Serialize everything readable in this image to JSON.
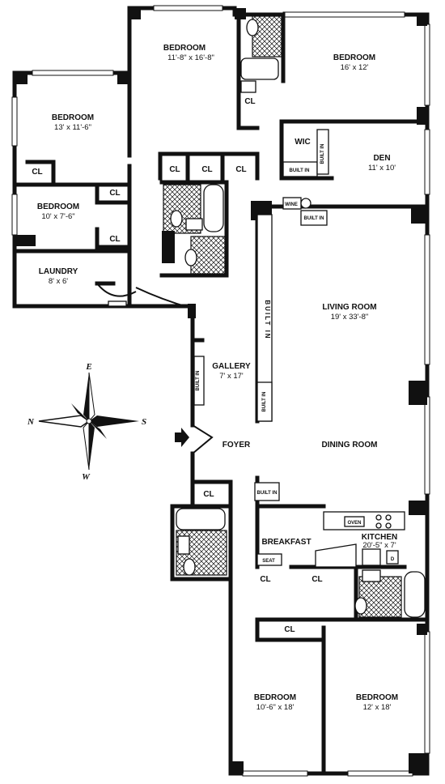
{
  "rooms": {
    "bedroom_top": {
      "name": "BEDROOM",
      "dim": "11'-8\" x 16'-8\""
    },
    "bedroom_top_right": {
      "name": "BEDROOM",
      "dim": "16' x 12'"
    },
    "bedroom_left_upper": {
      "name": "BEDROOM",
      "dim": "13' x 11'-6\""
    },
    "bedroom_left_small": {
      "name": "BEDROOM",
      "dim": "10' x 7'-6\""
    },
    "laundry": {
      "name": "LAUNDRY",
      "dim": "8' x 6'"
    },
    "den": {
      "name": "DEN",
      "dim": "11' x 10'"
    },
    "wic": {
      "name": "WIC"
    },
    "living": {
      "name": "LIVING ROOM",
      "dim": "19' x 33'-8\""
    },
    "gallery": {
      "name": "GALLERY",
      "dim": "7' x 17'"
    },
    "foyer": {
      "name": "FOYER"
    },
    "dining": {
      "name": "DINING ROOM"
    },
    "breakfast": {
      "name": "BREAKFAST"
    },
    "kitchen": {
      "name": "KITCHEN",
      "dim": "20'-5\" x 7'"
    },
    "bedroom_bottom_left": {
      "name": "BEDROOM",
      "dim": "10'-6\" x 18'"
    },
    "bedroom_bottom_right": {
      "name": "BEDROOM",
      "dim": "12' x 18'"
    }
  },
  "labels": {
    "closet": "CL",
    "built_in": "BUILT IN",
    "built_in_short": "BUILT IN",
    "wine": "WINE",
    "oven": "OVEN",
    "seat": "SEAT",
    "d": "D"
  },
  "compass": {
    "e": "E",
    "n": "N",
    "s": "S",
    "w": "W"
  }
}
